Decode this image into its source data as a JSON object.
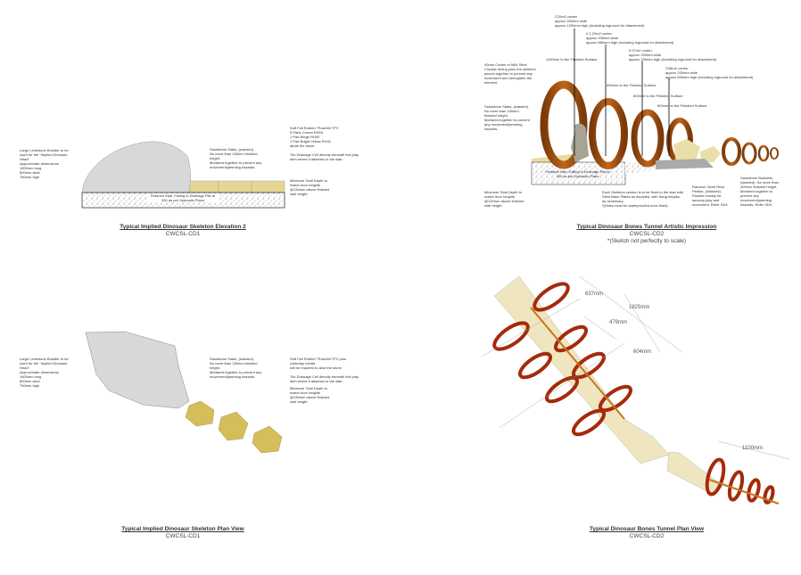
{
  "elevation": {
    "boulder_note": "Large Limestone Boulder to be used for the \"Implied Dinosaur Head\"\nApproximate dimensions\n1800mm long\n800mm wide\n750mm high",
    "slabs_note": "Sandstone Slabs, (washed).\nNo more than 150mm finished height.\nMortared together to prevent any movement/jamming hazards.",
    "rubber_note": "Soft Fall Rubber \"Rosehill TPV\n5 Parts Cream RH03\n1 Part Beige RH30\n1 Part Bright Yellow RH41\nabuts the stone.\n\n\"No Drainage Cell directly beneath this play item where it attaches to the slab.",
    "depth_note": "Minimum Total Depth to match door heights @130mm above finished slab height.",
    "slab_label": "Finished Slab, Falling to Drainage Pits at 300 as per Hydraulic Plans",
    "title": "Typical Implied Dinosaur Skeleton Elevation 2",
    "code": "CWCSL-CD1"
  },
  "tunnel_impression": {
    "callout_1": "C20m2 corten\napprox 200mm wide\napprox 1200mm high (including inground for attachment)",
    "callout_2": "0.1.20m2 corten\napprox 200mm wide\napprox 880mm high (including inground for attachment)",
    "callout_3": "0.07m2 corten\napprox 200mm wide\napprox 750mm high (including inground for attachment)",
    "callout_4": "C08m2 corten\napprox 200mm wide\napprox 600mm high (including inground for attachment)",
    "height_1": "1100mm to the Finished Surface",
    "height_2": "900mm to the Finished Surface",
    "height_3": "800mm to the Finished Surface",
    "height_4": "600mm to the Finished Surface",
    "tubing_note": "40mm Corten or Mild Steel Circular tubing joins the skeleton pieces together to prevent any movement and strengthen the element.",
    "slabs_note": "Sandstone Slabs, (washed).\nNo more than 150mm finished height.\nMortared together to prevent any movement/jamming hazards.",
    "slab_label": "Finished Slab, Falling to Drainage Pits at 300 as per Hydraulic Plans",
    "depth_note": "Minimum Total Depth to match door heights @130mm above finished slab height.",
    "fixing_note": "Each Skeleton section is to be fixed to the slab with Steel Base Plates as depicted, with fixing lengths as necessary.\n*(Holes must be waterproofed once fixed)",
    "pebble_note": "Random Sized River Pebble, (Washed). Packed loosely for sensory play and movement. Refer SD4",
    "boulders_note": "Sandstone Boulders, (washed). No more than 400mm finished height. Mortared together to prevent any movement/jamming hazards. Refer SD4",
    "title": "Typical Dinosaur Bones Tunnel Artistic Impression",
    "code": "CWCSL-CD2",
    "subtitle": "*(Sketch not perfectly to scale)"
  },
  "plan": {
    "boulder_note": "Large Limestone Boulder to be used for the \"Implied Dinosaur Head\"\nApproximate dimensions\n1800mm long\n800mm wide\n750mm high",
    "slabs_note": "Sandstone Slabs, (washed).\nNo more than 150mm finished height.\nMortared together to prevent any movement/jamming hazards.",
    "rubber_note": "Soft Fall Rubber \"Rosehill TPV plus Underlay media\nwill be required to abut the stone\n\n\"No Drainage Cell directly beneath this play item where it attaches to the slab.",
    "depth_note": "Minimum Total Depth to match door heights @130mm above finished slab height.",
    "title": "Typical Implied Dinosaur Skeleton Plan View",
    "code": "CWCSL-CD1"
  },
  "tunnel_plan": {
    "dim_1": "637mm",
    "dim_2": "1825mm",
    "dim_3": "479mm",
    "dim_4": "604mm",
    "dim_5": "1100mm",
    "title": "Typical Dinosaur Bones Tunnel Plan View",
    "code": "CWCSL-CD2"
  }
}
